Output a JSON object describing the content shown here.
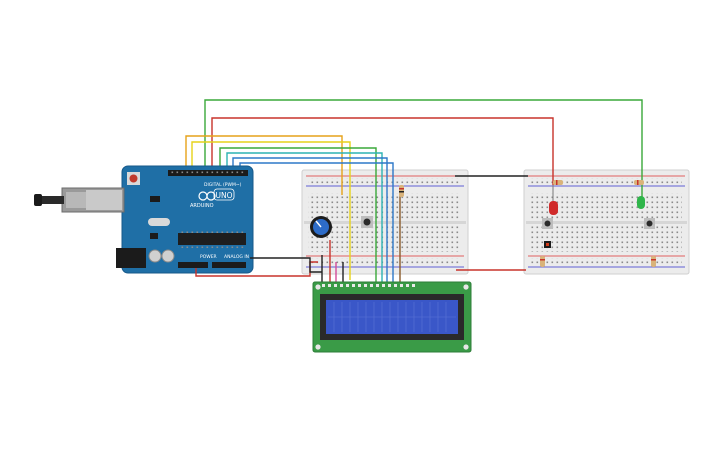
{
  "board": {
    "brand": "ARDUINO",
    "model": "UNO",
    "digital_label": "DIGITAL (PWM~)",
    "power_label": "POWER",
    "analog_label": "ANALOG IN"
  },
  "colors": {
    "board": "#1f6fa6",
    "breadboard": "#e9e9e9",
    "lcd_pcb": "#3a9b47",
    "lcd_screen": "#3a57c8",
    "wire_green": "#3aa83a",
    "wire_red": "#c8332b",
    "wire_orange": "#e6a21a",
    "wire_yellow": "#e6d21a",
    "wire_blue": "#2d78c8",
    "wire_teal": "#2db3b3",
    "wire_black": "#222222",
    "wire_brown": "#8a5a2b"
  },
  "icons": [
    "usb-connector-icon",
    "reset-button-icon",
    "potentiometer-icon",
    "pushbutton-icon",
    "led-red-icon",
    "led-green-icon",
    "resistor-icon"
  ]
}
